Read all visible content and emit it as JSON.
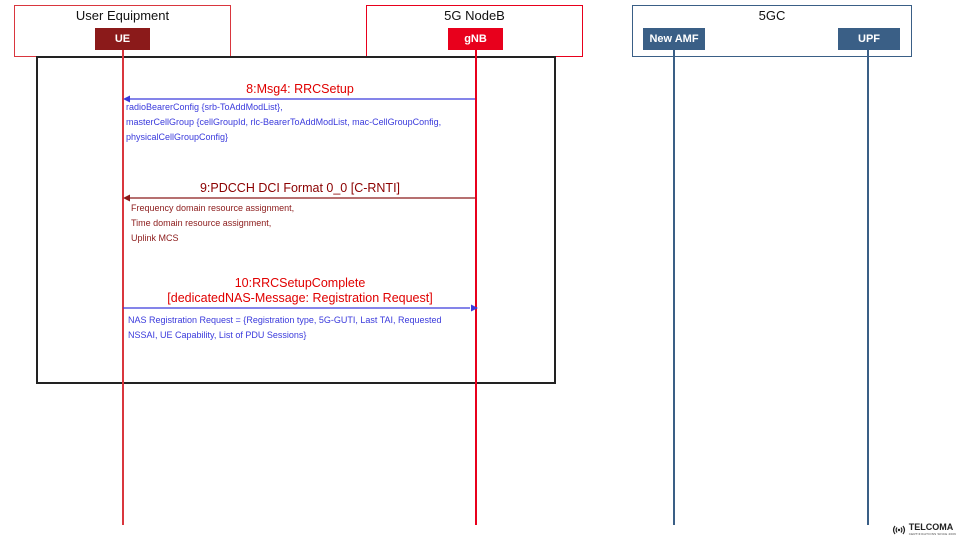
{
  "groups": {
    "ue": "User Equipment",
    "gnb": "5G NodeB",
    "core": "5GC"
  },
  "entities": {
    "ue": "UE",
    "gnb": "gNB",
    "amf": "New AMF",
    "upf": "UPF"
  },
  "messages": [
    {
      "title": "8:Msg4: RRCSetup",
      "lines": [
        "radioBearerConfig {srb-ToAddModList},",
        "masterCellGroup {cellGroupId, rlc-BearerToAddModList, mac-CellGroupConfig,",
        "physicalCellGroupConfig}"
      ]
    },
    {
      "title": "9:PDCCH DCI Format 0_0 [C-RNTI]",
      "lines": [
        "Frequency domain resource assignment,",
        "Time domain resource assignment,",
        "Uplink MCS"
      ]
    },
    {
      "title_line1": "10:RRCSetupComplete",
      "title_line2": "[dedicatedNAS-Message: Registration Request]",
      "lines": [
        "NAS Registration Request = {Registration type, 5G-GUTI, Last TAI, Requested",
        "NSSAI, UE Capability, List of PDU Sessions}"
      ]
    }
  ],
  "logo": {
    "name": "TELCOMA",
    "tagline": "CERTIFICATIONS SINCE 2009"
  },
  "colors": {
    "ue_accent": "#8b1a1a",
    "gnb_accent": "#e8001c",
    "core_accent": "#3a5f86",
    "msg_blue": "#3a3adc"
  }
}
